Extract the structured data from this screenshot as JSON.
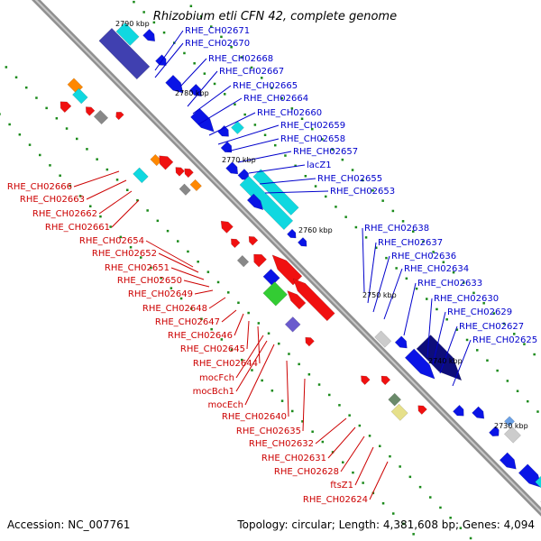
{
  "title": "Rhizobium etli CFN 42, complete genome",
  "accession": "Accession: NC_007761",
  "topology": "Topology: circular; Length: 4,381,608 bp; Genes: 4,094",
  "colors": {
    "forward_label": "#0000cc",
    "reverse_label": "#cc0000",
    "backbone": "#808080",
    "dot": "#1a8a1a"
  },
  "ticks": [
    "2790 kbp",
    "2780 kbp",
    "2770 kbp",
    "2760 kbp",
    "2750 kbp",
    "2740 kbp",
    "2730 kbp"
  ],
  "forward_labels": [
    "RHE_CH02671",
    "RHE_CH02670",
    "RHE_CH02668",
    "RHE_CH02667",
    "RHE_CH02665",
    "RHE_CH02664",
    "RHE_CH02660",
    "RHE_CH02659",
    "RHE_CH02658",
    "RHE_CH02657",
    "lacZ1",
    "RHE_CH02655",
    "RHE_CH02653",
    "RHE_CH02638",
    "RHE_CH02637",
    "RHE_CH02636",
    "RHE_CH02634",
    "RHE_CH02633",
    "RHE_CH02630",
    "RHE_CH02629",
    "RHE_CH02627",
    "RHE_CH02625"
  ],
  "reverse_labels": [
    "RHE_CH02666",
    "RHE_CH02663",
    "RHE_CH02662",
    "RHE_CH02661",
    "RHE_CH02654",
    "RHE_CH02652",
    "RHE_CH02651",
    "RHE_CH02650",
    "RHE_CH02649",
    "RHE_CH02648",
    "RHE_CH02647",
    "RHE_CH02646",
    "RHE_CH02645",
    "RHE_CH02644",
    "mocFch",
    "mocBch1",
    "mocEch",
    "RHE_CH02640",
    "RHE_CH02635",
    "RHE_CH02632",
    "RHE_CH02631",
    "RHE_CH02628",
    "ftsZ1",
    "RHE_CH02624"
  ]
}
